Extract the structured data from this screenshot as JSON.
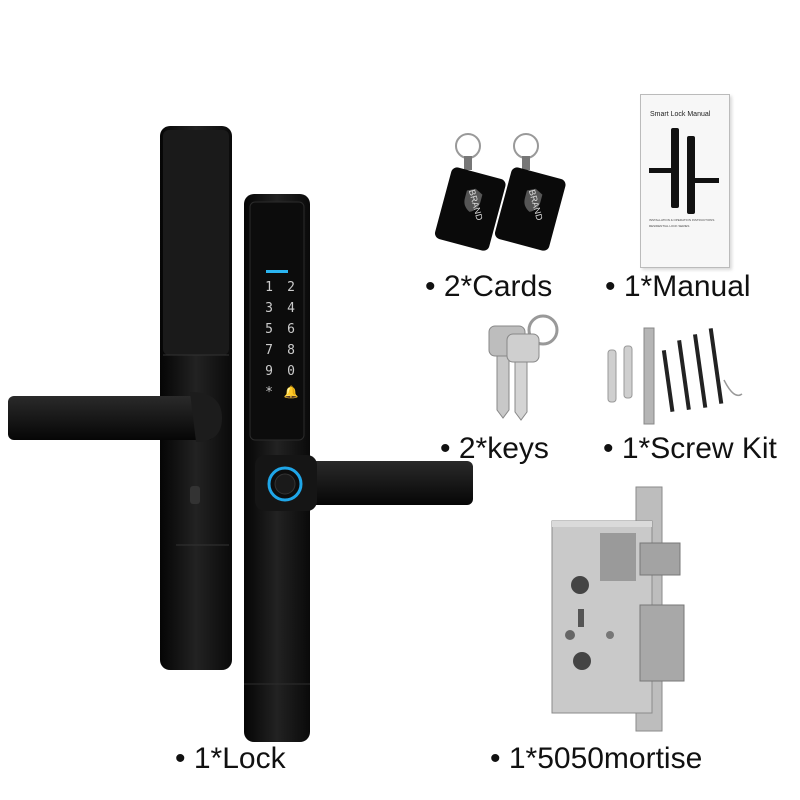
{
  "items": {
    "lock": {
      "label": "• 1*Lock"
    },
    "cards": {
      "label": "• 2*Cards",
      "card_brand": "BRAND"
    },
    "manual": {
      "label": "• 1*Manual",
      "cover_title": "Smart Lock Manual",
      "cover_subtitle": "INSTALLATION & OPERATION INSTRUCTIONS",
      "cover_series": "RESIDENTIAL LOCK SERIES"
    },
    "keys": {
      "label": "• 2*keys"
    },
    "screw_kit": {
      "label": "• 1*Screw Kit"
    },
    "mortise": {
      "label": "• 1*5050mortise"
    }
  },
  "keypad": {
    "keys": [
      "1",
      "2",
      "3",
      "4",
      "5",
      "6",
      "7",
      "8",
      "9",
      "0",
      "*",
      "🔔"
    ]
  },
  "colors": {
    "lock_body": "#141414",
    "indicator": "#2ab4f0",
    "fingerprint_ring": "#1fa6e8",
    "mortise_steel": "#c9c9c9"
  }
}
